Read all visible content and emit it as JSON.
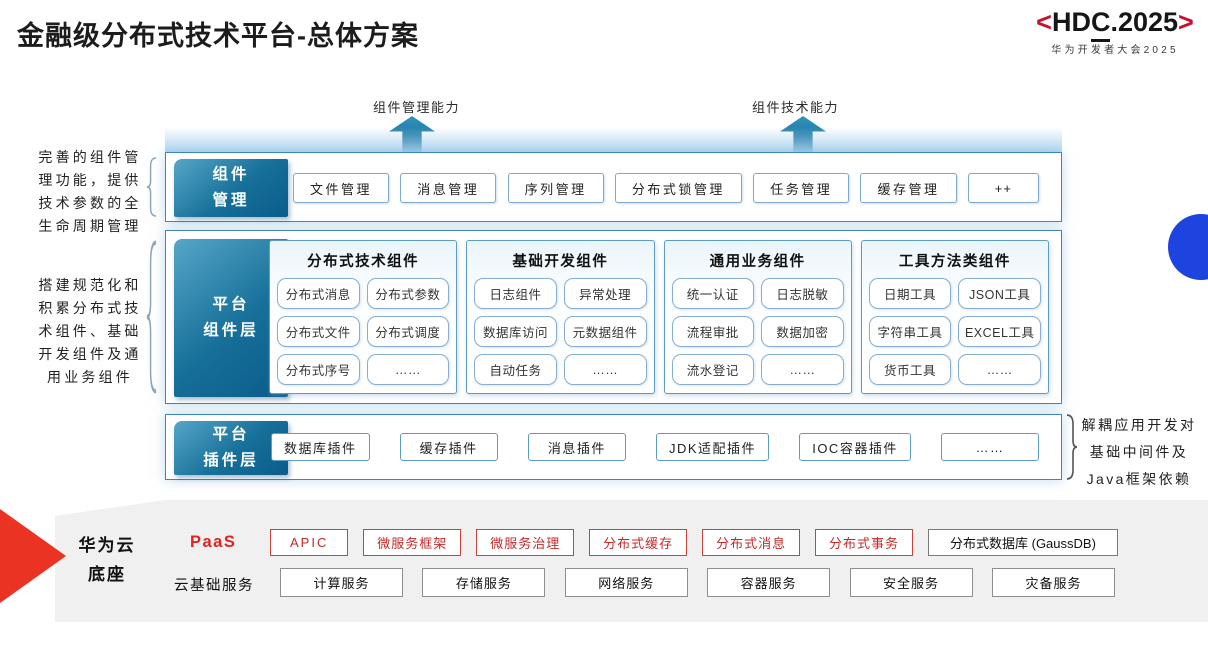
{
  "page": {
    "title": "金融级分布式技术平台-总体方案"
  },
  "logo": {
    "bracket_left": "<",
    "text_pre": "HD",
    "text_underlined": "C",
    "text_post": ".2025",
    "bracket_right": ">",
    "subtitle": "华为开发者大会2025"
  },
  "capability_arrows": [
    {
      "label": "组件管理能力"
    },
    {
      "label": "组件技术能力"
    }
  ],
  "notes": {
    "left_top": "完善的组件管理功能，提供技术参数的全生命周期管理",
    "left_bottom": "搭建规范化和积累分布式技术组件、基础开发组件及通用业务组件",
    "right": "解耦应用开发对基础中间件及Java框架依赖"
  },
  "rows": {
    "component_mgmt": {
      "label": "组件管理",
      "label_lines": [
        "组件",
        "管理"
      ],
      "items": [
        "文件管理",
        "消息管理",
        "序列管理",
        "分布式锁管理",
        "任务管理",
        "缓存管理",
        "++"
      ]
    },
    "platform_components": {
      "label": "平台组件层",
      "label_lines": [
        "平台",
        "组件层"
      ],
      "groups": [
        {
          "title": "分布式技术组件",
          "items": [
            "分布式消息",
            "分布式参数",
            "分布式文件",
            "分布式调度",
            "分布式序号",
            "……"
          ]
        },
        {
          "title": "基础开发组件",
          "items": [
            "日志组件",
            "异常处理",
            "数据库访问",
            "元数据组件",
            "自动任务",
            "……"
          ]
        },
        {
          "title": "通用业务组件",
          "items": [
            "统一认证",
            "日志脱敏",
            "流程审批",
            "数据加密",
            "流水登记",
            "……"
          ]
        },
        {
          "title": "工具方法类组件",
          "items": [
            "日期工具",
            "JSON工具",
            "字符串工具",
            "EXCEL工具",
            "货币工具",
            "……"
          ]
        }
      ]
    },
    "platform_plugins": {
      "label": "平台插件层",
      "label_lines": [
        "平台",
        "插件层"
      ],
      "items": [
        "数据库插件",
        "缓存插件",
        "消息插件",
        "JDK适配插件",
        "IOC容器插件",
        "……"
      ]
    }
  },
  "foundation": {
    "label": "华为云底座",
    "label_lines": [
      "华为云",
      "底座"
    ],
    "paas": {
      "label": "PaaS",
      "items": [
        "APIC",
        "微服务框架",
        "微服务治理",
        "分布式缓存",
        "分布式消息",
        "分布式事务"
      ],
      "db_item": "分布式数据库 (GaussDB)"
    },
    "cloud_services": {
      "label": "云基础服务",
      "items": [
        "计算服务",
        "存储服务",
        "网络服务",
        "容器服务",
        "安全服务",
        "灾备服务"
      ]
    }
  },
  "colors": {
    "layer_teal": "#16719c",
    "accent_red": "#c8102e",
    "paas_red": "#e02222",
    "circle_blue": "#1e44df",
    "base_gray": "#f0f0f0"
  }
}
